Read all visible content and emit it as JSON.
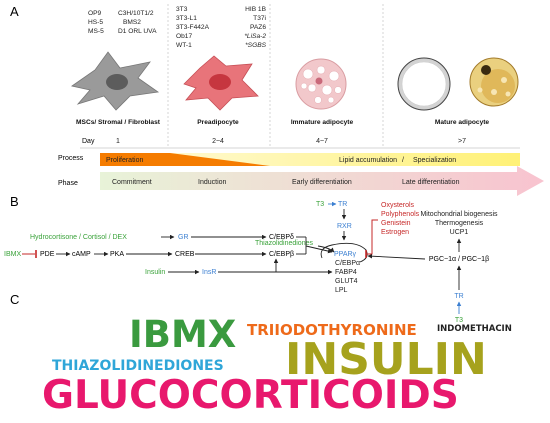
{
  "panels": {
    "a": "A",
    "b": "B",
    "c": "C"
  },
  "panel_a": {
    "cell_lines": {
      "msc": [
        "OP9",
        "HS-5",
        "MS-5"
      ],
      "msc2": [
        "C3H/10T1/2",
        "BMS2",
        "D1 ORL UVA"
      ],
      "pre": [
        "3T3",
        "3T3-L1",
        "3T3-F442A",
        "Ob17",
        "WT-1"
      ],
      "pre2": [
        "HIB 1B",
        "T37i",
        "PAZ6",
        "*LiSa-2",
        "*SGBS"
      ]
    },
    "stages": [
      "MSCs/ Stromal / Fibroblast",
      "Preadipocyte",
      "Immature adipocyte",
      "Mature adipocyte"
    ],
    "day_label": "Day",
    "days": [
      "1",
      "2~4",
      "4~7",
      ">7"
    ],
    "process_label": "Process",
    "process_items": [
      "Proliferation",
      "Lipid accumulation",
      "/",
      "Specialization"
    ],
    "phase_label": "Phase",
    "phases": [
      "Commitment",
      "Induction",
      "Early differentiation",
      "Late differentiation"
    ],
    "colors": {
      "proliferation": "#f57c00",
      "lipid": "#fff176",
      "arrow_start": "#e8f3d8",
      "arrow_end": "#f8c3cf"
    }
  },
  "panel_b": {
    "nodes": {
      "t3_top": "T3",
      "tr_top": "TR",
      "rxr": "RXR",
      "tzd": "Thiazolidinediones",
      "pparg": "PPARγ",
      "inhibitors": [
        "Oxysterols",
        "Polyphenols",
        "Genistein",
        "Estrogen"
      ],
      "hydro": "Hydrocortisone / Cortisol / DEX",
      "gr": "GR",
      "cebpd": "C/EBPδ",
      "ibmx": "IBMX",
      "pde": "PDE",
      "camp": "cAMP",
      "pka": "PKA",
      "creb": "CREB",
      "cebpb": "C/EBPβ",
      "insulin": "Insulin",
      "insr": "InsR",
      "targets": [
        "C/EBPα",
        "FABP4",
        "GLUT4",
        "LPL"
      ],
      "mito": [
        "Mitochondrial biogenesis",
        "Thermogenesis",
        "UCP1"
      ],
      "pgc": "PGC−1α / PGC−1β",
      "tr_bot": "TR",
      "t3_bot": "T3"
    },
    "colors": {
      "inducer": "#3aa23a",
      "receptor": "#3b7fd1",
      "inhibitor": "#c62828"
    }
  },
  "panel_c": {
    "words": [
      "IBMX",
      "TRIIODOTHYRONINE",
      "INDOMETHACIN",
      "THIAZOLIDINEDIONES",
      "INSULIN",
      "GLUCOCORTICOIDS"
    ],
    "colors": {
      "ibmx": "#3a9a3f",
      "tri": "#ee6a1a",
      "indo": "#222222",
      "tzd": "#2fa6d8",
      "insulin": "#a6a21d",
      "gluco": "#e8186d"
    }
  }
}
